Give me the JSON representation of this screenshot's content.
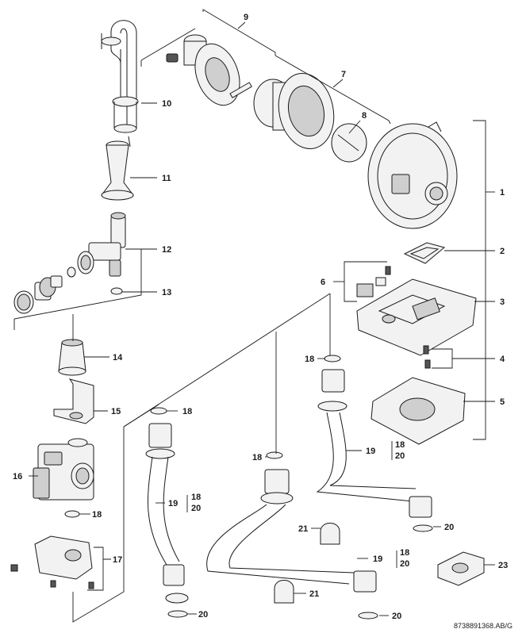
{
  "diagram": {
    "reference_code": "8738891368.AB/G",
    "callouts": [
      {
        "id": "c1",
        "text": "1"
      },
      {
        "id": "c2",
        "text": "2"
      },
      {
        "id": "c3",
        "text": "3"
      },
      {
        "id": "c4",
        "text": "4"
      },
      {
        "id": "c5",
        "text": "5"
      },
      {
        "id": "c6",
        "text": "6"
      },
      {
        "id": "c7",
        "text": "7"
      },
      {
        "id": "c8",
        "text": "8"
      },
      {
        "id": "c9",
        "text": "9"
      },
      {
        "id": "c10",
        "text": "10"
      },
      {
        "id": "c11",
        "text": "11"
      },
      {
        "id": "c12",
        "text": "12"
      },
      {
        "id": "c13",
        "text": "13"
      },
      {
        "id": "c14",
        "text": "14"
      },
      {
        "id": "c15",
        "text": "15"
      },
      {
        "id": "c16",
        "text": "16"
      },
      {
        "id": "c17",
        "text": "17"
      },
      {
        "id": "c18a",
        "text": "18"
      },
      {
        "id": "c18b",
        "text": "18"
      },
      {
        "id": "c18c",
        "text": "18"
      },
      {
        "id": "c18d",
        "text": "18"
      },
      {
        "id": "c19a",
        "text": "19"
      },
      {
        "id": "c18e",
        "text": "18"
      },
      {
        "id": "c20a",
        "text": "20"
      },
      {
        "id": "c19b",
        "text": "19"
      },
      {
        "id": "c18f",
        "text": "18"
      },
      {
        "id": "c20b",
        "text": "20"
      },
      {
        "id": "c19c",
        "text": "19"
      },
      {
        "id": "c18g",
        "text": "18"
      },
      {
        "id": "c20c",
        "text": "20"
      },
      {
        "id": "c20d",
        "text": "20"
      },
      {
        "id": "c20e",
        "text": "20"
      },
      {
        "id": "c20f",
        "text": "20"
      },
      {
        "id": "c21a",
        "text": "21"
      },
      {
        "id": "c21b",
        "text": "21"
      },
      {
        "id": "c23",
        "text": "23"
      }
    ]
  }
}
